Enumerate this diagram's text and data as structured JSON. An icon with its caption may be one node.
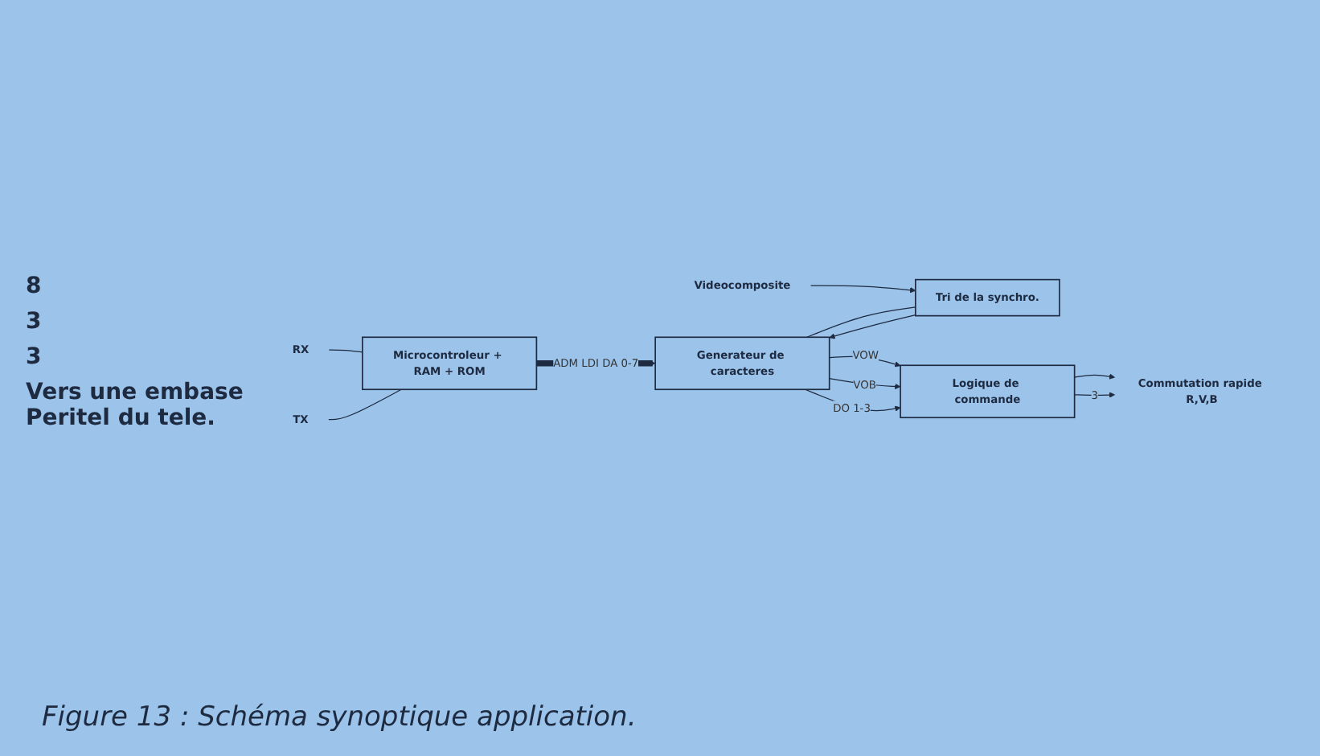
{
  "diagram": {
    "caption": "Figure 13 : Schéma synoptique application.",
    "nodes": [
      {
        "text": [
          "RX"
        ]
      },
      {
        "text": [
          "TX"
        ]
      },
      {
        "text": [
          "Microcontroleur + RAM + ROM"
        ]
      },
      {
        "text": [
          "Generateur de caracteres"
        ]
      },
      {
        "text": [
          "Videocomposite"
        ]
      },
      {
        "text": [
          "Tri de la synchro."
        ]
      },
      {
        "text": [
          "Logique de commande"
        ]
      },
      {
        "text": [
          "Commutation rapide R,V,B"
        ]
      }
    ],
    "edges": [
      {
        "from": 0,
        "to": 2,
        "arrow": "none"
      },
      {
        "from": 1,
        "to": 2,
        "arrow": "none"
      },
      {
        "from": 2,
        "to": 3,
        "arrow": "to",
        "label": "ADM LDI DA 0-7",
        "style": "thick"
      },
      {
        "from": 4,
        "to": 5,
        "arrow": "to"
      },
      {
        "from": 5,
        "to": 3,
        "arrow": "to"
      },
      {
        "from": 3,
        "to": 5,
        "arrow": "none"
      },
      {
        "from": 3,
        "to": 6,
        "arrow": "to",
        "label": "VOW"
      },
      {
        "from": 3,
        "to": 6,
        "arrow": "to",
        "label": "VOB"
      },
      {
        "from": 3,
        "to": 6,
        "arrow": "to",
        "label": "DO 1-3"
      },
      {
        "from": 6,
        "to": 7,
        "arrow": "to"
      },
      {
        "from": 6,
        "to": 7,
        "arrow": "to",
        "label": "3"
      }
    ],
    "labels": [
      "8",
      "3",
      "3",
      "Vers une embase Peritel du tele."
    ]
  }
}
